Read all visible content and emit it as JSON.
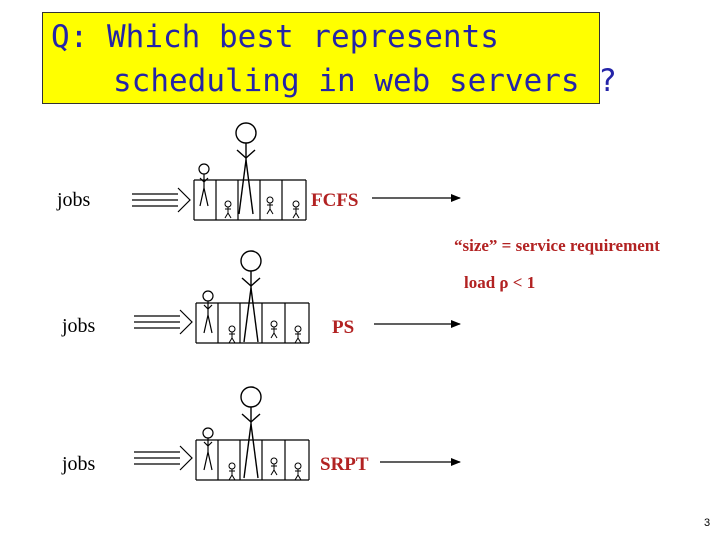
{
  "question": {
    "line1": "Q: Which best represents",
    "line2": "scheduling in web servers ?"
  },
  "queues": [
    {
      "jobs_label": "jobs",
      "policy": "FCFS"
    },
    {
      "jobs_label": "jobs",
      "policy": "PS"
    },
    {
      "jobs_label": "jobs",
      "policy": "SRPT"
    }
  ],
  "notes": {
    "size_def": "“size” = service requirement",
    "load": "load ρ < 1"
  },
  "page_number": "3",
  "colors": {
    "question_bg": "#ffff00",
    "question_text": "#2424a8",
    "policy_text": "#b22222"
  }
}
